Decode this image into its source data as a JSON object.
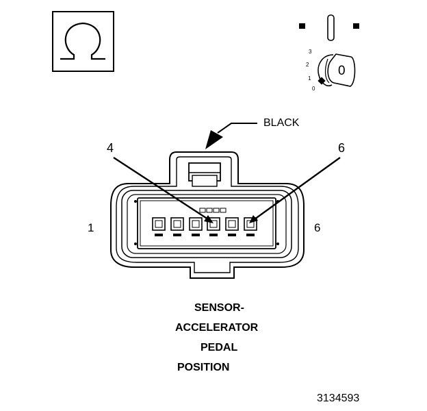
{
  "symbols": {
    "meter": "ohm-symbol",
    "ignition": "ignition-switch-off-icon"
  },
  "ignition": {
    "positions": [
      "3",
      "2",
      "1",
      "0"
    ],
    "key_label": "0"
  },
  "connector": {
    "color_label": "BLACK",
    "end_label_left": "1",
    "end_label_right": "6",
    "probe_labels": [
      "4",
      "6"
    ]
  },
  "title_lines": [
    "SENSOR-",
    "ACCELERATOR",
    "PEDAL",
    "POSITION"
  ],
  "figure_number": "3134593"
}
